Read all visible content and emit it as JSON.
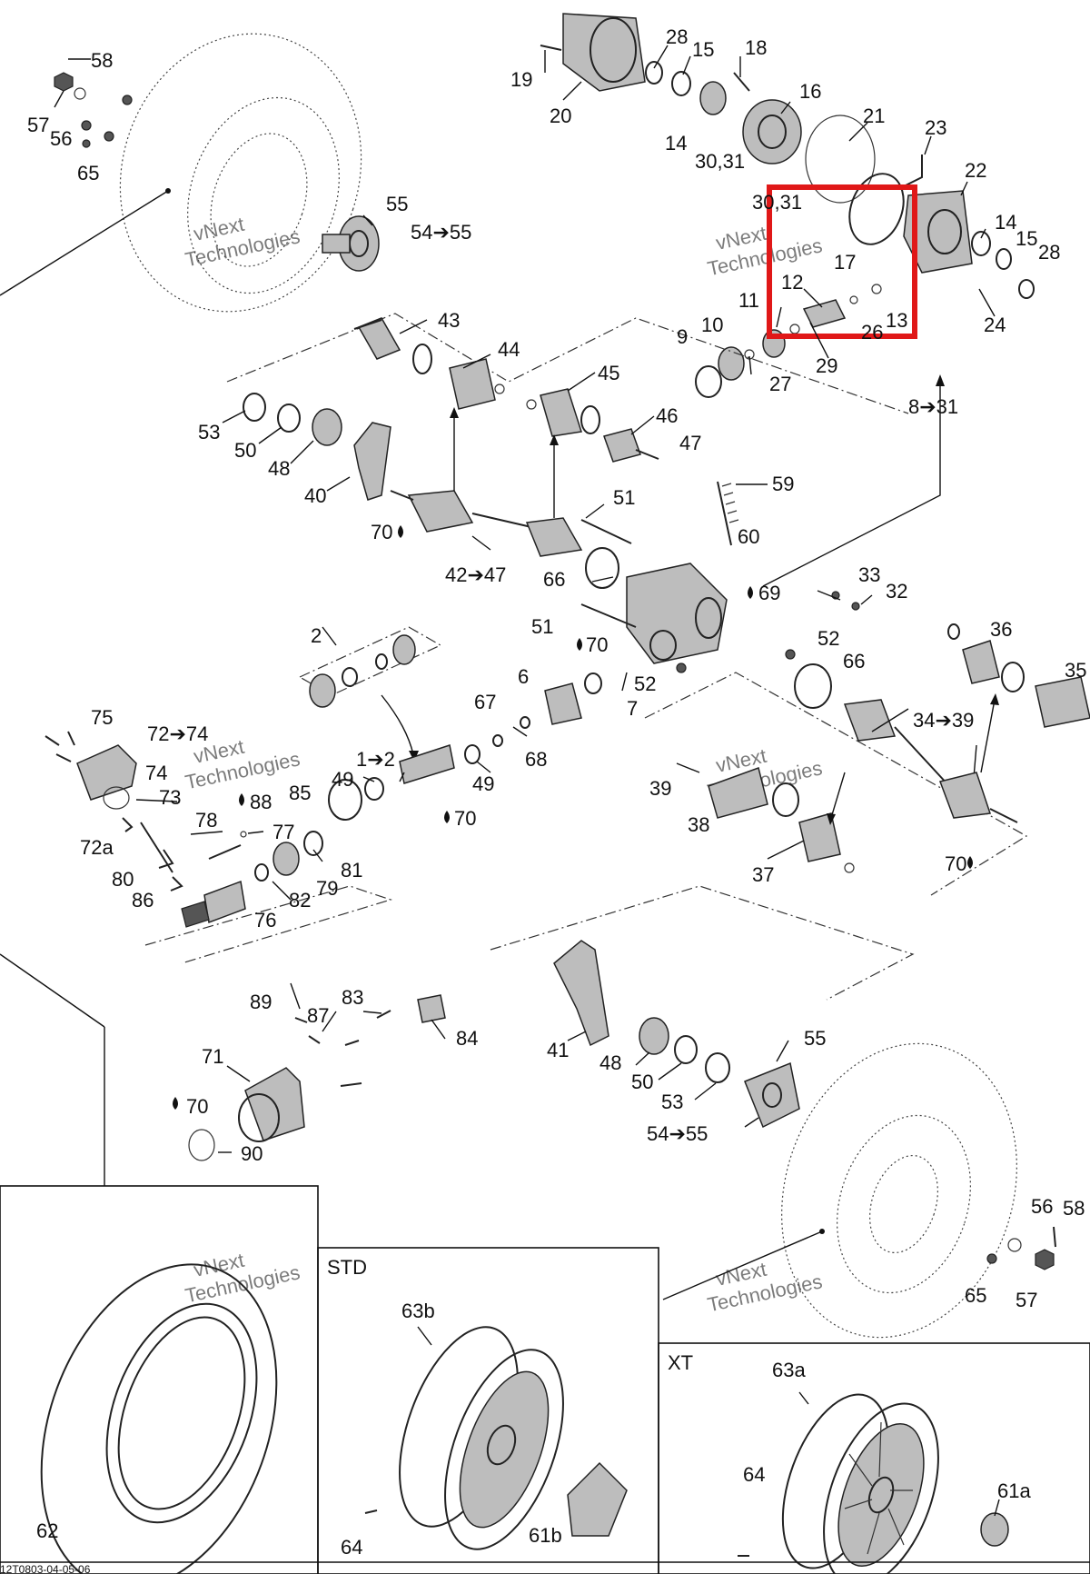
{
  "callouts": [
    {
      "id": "58a",
      "text": "58"
    },
    {
      "id": "57a",
      "text": "57"
    },
    {
      "id": "56a",
      "text": "56"
    },
    {
      "id": "65a",
      "text": "65"
    },
    {
      "id": "55a",
      "text": "55"
    },
    {
      "id": "5455a",
      "text": "54➔55"
    },
    {
      "id": "19",
      "text": "19"
    },
    {
      "id": "20",
      "text": "20"
    },
    {
      "id": "28a",
      "text": "28"
    },
    {
      "id": "15a",
      "text": "15"
    },
    {
      "id": "18",
      "text": "18"
    },
    {
      "id": "16",
      "text": "16"
    },
    {
      "id": "14a",
      "text": "14"
    },
    {
      "id": "3031a",
      "text": "30,31"
    },
    {
      "id": "21",
      "text": "21"
    },
    {
      "id": "23",
      "text": "23"
    },
    {
      "id": "3031b",
      "text": "30,31"
    },
    {
      "id": "22",
      "text": "22"
    },
    {
      "id": "14b",
      "text": "14"
    },
    {
      "id": "15b",
      "text": "15"
    },
    {
      "id": "28b",
      "text": "28"
    },
    {
      "id": "17",
      "text": "17"
    },
    {
      "id": "12",
      "text": "12"
    },
    {
      "id": "13",
      "text": "13"
    },
    {
      "id": "26",
      "text": "26"
    },
    {
      "id": "24",
      "text": "24"
    },
    {
      "id": "11",
      "text": "11"
    },
    {
      "id": "10",
      "text": "10"
    },
    {
      "id": "9",
      "text": "9"
    },
    {
      "id": "27",
      "text": "27"
    },
    {
      "id": "29",
      "text": "29"
    },
    {
      "id": "831",
      "text": "8➔31"
    },
    {
      "id": "43",
      "text": "43"
    },
    {
      "id": "44",
      "text": "44"
    },
    {
      "id": "45",
      "text": "45"
    },
    {
      "id": "46",
      "text": "46"
    },
    {
      "id": "47",
      "text": "47"
    },
    {
      "id": "53a",
      "text": "53"
    },
    {
      "id": "50a",
      "text": "50"
    },
    {
      "id": "48a",
      "text": "48"
    },
    {
      "id": "40",
      "text": "40"
    },
    {
      "id": "70a",
      "text": "70"
    },
    {
      "id": "4247",
      "text": "42➔47"
    },
    {
      "id": "51a",
      "text": "51"
    },
    {
      "id": "59",
      "text": "59"
    },
    {
      "id": "60",
      "text": "60"
    },
    {
      "id": "66a",
      "text": "66"
    },
    {
      "id": "69",
      "text": "69"
    },
    {
      "id": "33",
      "text": "33"
    },
    {
      "id": "32",
      "text": "32"
    },
    {
      "id": "51b",
      "text": "51"
    },
    {
      "id": "70b",
      "text": "70"
    },
    {
      "id": "52a",
      "text": "52"
    },
    {
      "id": "66b",
      "text": "66"
    },
    {
      "id": "52b",
      "text": "52"
    },
    {
      "id": "36",
      "text": "36"
    },
    {
      "id": "35",
      "text": "35"
    },
    {
      "id": "2",
      "text": "2"
    },
    {
      "id": "6",
      "text": "6"
    },
    {
      "id": "7",
      "text": "7"
    },
    {
      "id": "67",
      "text": "67"
    },
    {
      "id": "68",
      "text": "68"
    },
    {
      "id": "3439",
      "text": "34➔39"
    },
    {
      "id": "75",
      "text": "75"
    },
    {
      "id": "7274",
      "text": "72➔74"
    },
    {
      "id": "74",
      "text": "74"
    },
    {
      "id": "73",
      "text": "73"
    },
    {
      "id": "12b",
      "text": "1➔2"
    },
    {
      "id": "49a",
      "text": "49"
    },
    {
      "id": "49b",
      "text": "49"
    },
    {
      "id": "85",
      "text": "85"
    },
    {
      "id": "88",
      "text": "88"
    },
    {
      "id": "70c",
      "text": "70"
    },
    {
      "id": "39",
      "text": "39"
    },
    {
      "id": "38",
      "text": "38"
    },
    {
      "id": "37",
      "text": "37"
    },
    {
      "id": "70d",
      "text": "70"
    },
    {
      "id": "72a",
      "text": "72a"
    },
    {
      "id": "78",
      "text": "78"
    },
    {
      "id": "77",
      "text": "77"
    },
    {
      "id": "81",
      "text": "81"
    },
    {
      "id": "80",
      "text": "80"
    },
    {
      "id": "79",
      "text": "79"
    },
    {
      "id": "86",
      "text": "86"
    },
    {
      "id": "82",
      "text": "82"
    },
    {
      "id": "76",
      "text": "76"
    },
    {
      "id": "89",
      "text": "89"
    },
    {
      "id": "87",
      "text": "87"
    },
    {
      "id": "83",
      "text": "83"
    },
    {
      "id": "84",
      "text": "84"
    },
    {
      "id": "71",
      "text": "71"
    },
    {
      "id": "70e",
      "text": "70"
    },
    {
      "id": "90",
      "text": "90"
    },
    {
      "id": "41",
      "text": "41"
    },
    {
      "id": "48b",
      "text": "48"
    },
    {
      "id": "50b",
      "text": "50"
    },
    {
      "id": "53b",
      "text": "53"
    },
    {
      "id": "55b",
      "text": "55"
    },
    {
      "id": "5455b",
      "text": "54➔55"
    },
    {
      "id": "56b",
      "text": "56"
    },
    {
      "id": "58b",
      "text": "58"
    },
    {
      "id": "65b",
      "text": "65"
    },
    {
      "id": "57b",
      "text": "57"
    },
    {
      "id": "62",
      "text": "62"
    },
    {
      "id": "63b",
      "text": "63b"
    },
    {
      "id": "64a",
      "text": "64"
    },
    {
      "id": "61b",
      "text": "61b"
    },
    {
      "id": "63a",
      "text": "63a"
    },
    {
      "id": "64b",
      "text": "64"
    },
    {
      "id": "61a",
      "text": "61a"
    }
  ],
  "section_labels": {
    "std": "STD",
    "xt": "XT"
  },
  "watermark": {
    "line1": "vNext",
    "line2": "Technologies"
  },
  "footer_code": "12T0803-04-05-06",
  "highlight": {
    "color": "#e01818"
  }
}
